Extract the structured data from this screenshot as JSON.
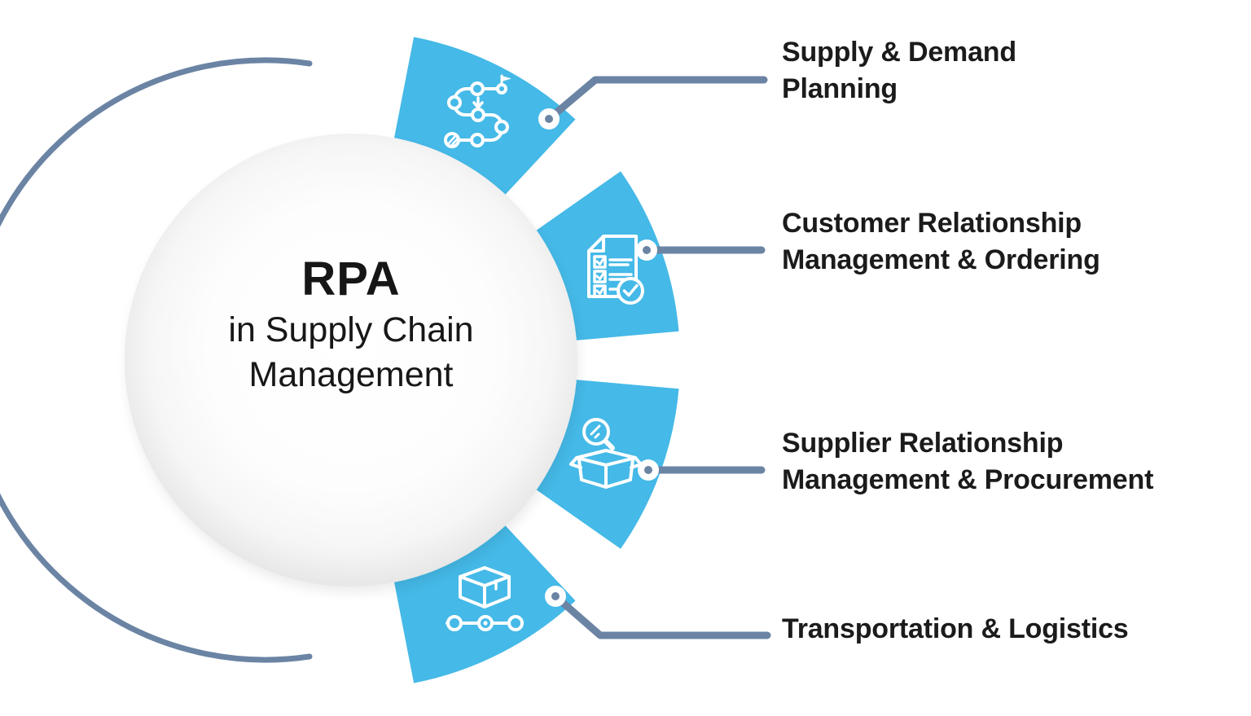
{
  "center": {
    "title": "RPA",
    "subtitle_line1": "in Supply Chain",
    "subtitle_line2": "Management"
  },
  "items": [
    {
      "label_line1": "Supply & Demand",
      "label_line2": "Planning",
      "icon": "route-plan-icon"
    },
    {
      "label_line1": "Customer Relationship",
      "label_line2": "Management & Ordering",
      "icon": "checklist-icon"
    },
    {
      "label_line1": "Supplier Relationship",
      "label_line2": "Management & Procurement",
      "icon": "box-search-icon"
    },
    {
      "label_line1": "Transportation & Logistics",
      "label_line2": "",
      "icon": "package-tracking-icon"
    }
  ],
  "colors": {
    "wedge_blue": "#45B9E7",
    "connector_slate": "#6B84A4",
    "text_dark": "#1B1B1B",
    "icon_white": "#FFFFFF",
    "circle_edge_gray": "#E7E7E7"
  }
}
